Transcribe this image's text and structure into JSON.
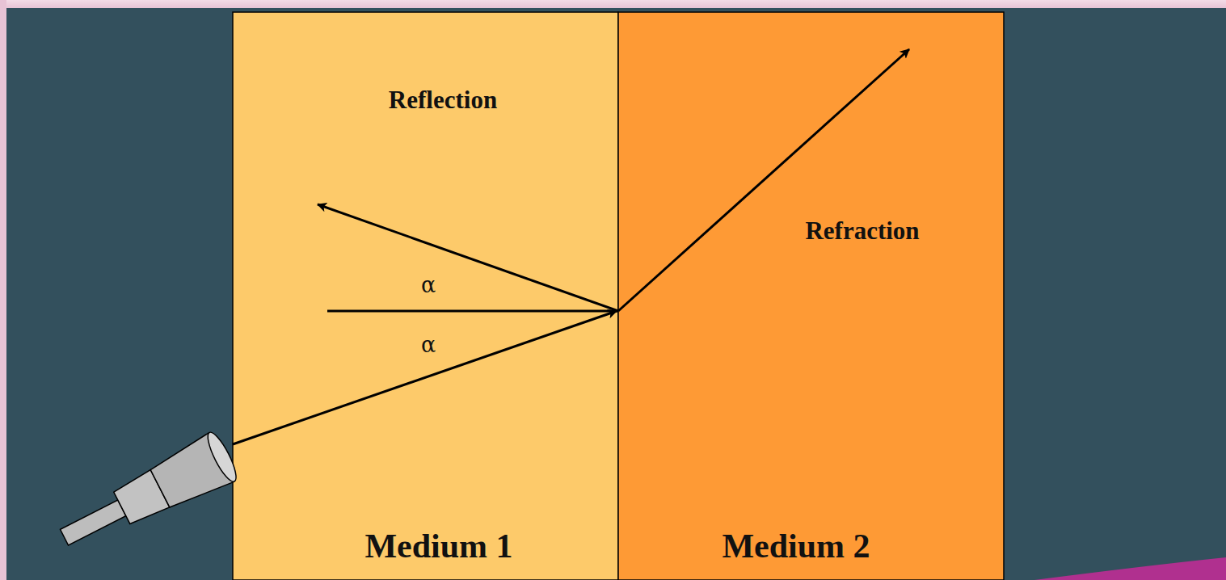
{
  "diagram": {
    "nodes": [
      {
        "text": [
          "Reflection",
          "Medium 1"
        ]
      },
      {
        "text": [
          "Refraction",
          "Medium 2"
        ]
      }
    ],
    "labels": [
      "α",
      "α"
    ]
  }
}
